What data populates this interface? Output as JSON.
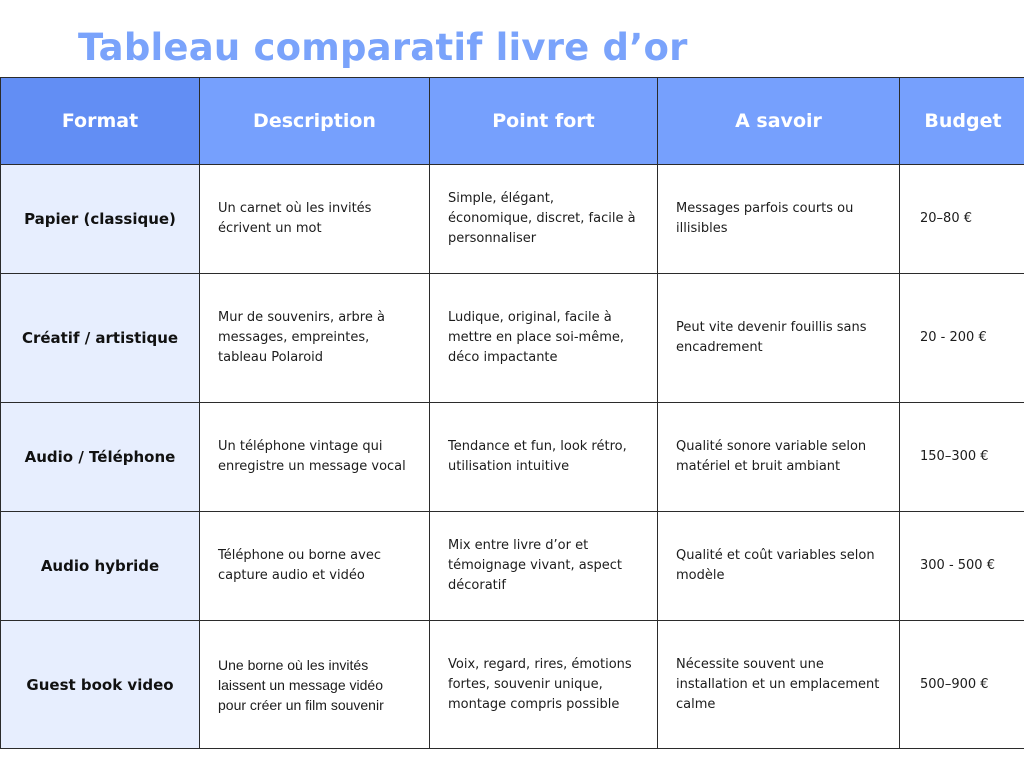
{
  "title": "Tableau comparatif livre d’or",
  "colors": {
    "title": "#7aa3fb",
    "header_bg": "#76a0fd",
    "header_first_bg": "#628ef4",
    "format_col_bg": "#e7eefe",
    "border": "#2b2b2b"
  },
  "table": {
    "headers": [
      "Format",
      "Description",
      "Point fort",
      "A savoir",
      "Budget"
    ],
    "rows": [
      {
        "format": "Papier (classique)",
        "description": "Un carnet où les invités écrivent un mot",
        "point_fort": "Simple, élégant, économique, discret, facile à personnaliser",
        "a_savoir": "Messages parfois courts ou illisibles",
        "budget": "20–80 €"
      },
      {
        "format": "Créatif / artistique",
        "description": "Mur de souvenirs, arbre à messages, empreintes, tableau Polaroid",
        "point_fort": "Ludique, original, facile à mettre en place soi-même, déco impactante",
        "a_savoir": "Peut vite devenir fouillis sans encadrement",
        "budget": "20 - 200 €"
      },
      {
        "format": "Audio / Téléphone",
        "description": "Un téléphone vintage qui enregistre un message vocal",
        "point_fort": "Tendance et fun, look rétro, utilisation intuitive",
        "a_savoir": "Qualité sonore variable selon matériel et bruit ambiant",
        "budget": "150–300 €"
      },
      {
        "format": "Audio hybride",
        "description": "Téléphone ou borne avec capture audio et vidéo",
        "point_fort": "Mix entre livre d’or et témoignage vivant, aspect décoratif",
        "a_savoir": "Qualité et coût variables selon modèle",
        "budget": "300 - 500 €"
      },
      {
        "format": "Guest book video",
        "description": "Une borne où les invités laissent un message vidéo pour créer un film souvenir",
        "point_fort": "Voix, regard, rires, émotions fortes, souvenir unique, montage compris possible",
        "a_savoir": "Nécessite souvent une installation et un emplacement calme",
        "budget": "500–900 €"
      }
    ]
  }
}
